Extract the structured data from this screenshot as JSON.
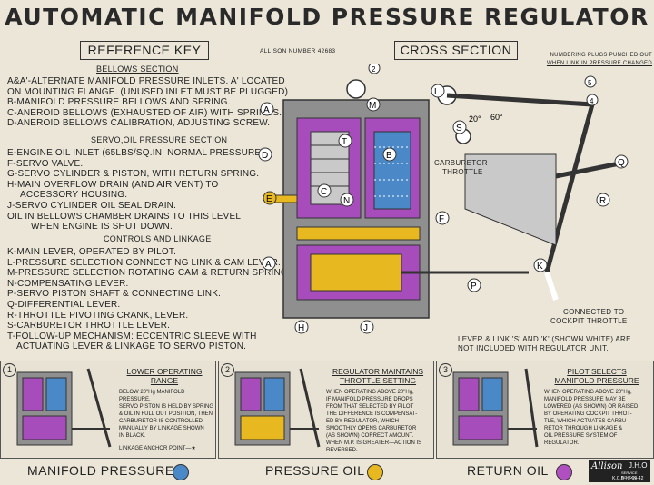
{
  "title": "AUTOMATIC MANIFOLD PRESSURE REGULATOR",
  "reference_key": "REFERENCE KEY",
  "allison_number": "ALLISON NUMBER 42683",
  "cross_section": "CROSS SECTION",
  "numbering_note": [
    "NUMBERING PLUGS PUNCHED OUT",
    "WHEN LINK IN PRESSURE CHANGED"
  ],
  "sections": {
    "bellows": "BELLOWS SECTION",
    "servo": "SERVO,OIL PRESSURE SECTION",
    "controls": "CONTROLS AND LINKAGE"
  },
  "bellows_lines": [
    "A&A'-ALTERNATE MANIFOLD PRESSURE INLETS. A' LOCATED",
    "ON MOUNTING FLANGE. (UNUSED INLET MUST BE PLUGGED)",
    "B-MANIFOLD PRESSURE BELLOWS AND SPRING.",
    "C-ANEROID BELLOWS (EXHAUSTED OF AIR) WITH SPRINGS.",
    "D-ANEROID BELLOWS CALIBRATION, ADJUSTING SCREW."
  ],
  "servo_lines": [
    "E-ENGINE OIL INLET (65LBS/SQ.IN. NORMAL PRESSURE)",
    "F-SERVO VALVE.",
    "G-SERVO CYLINDER & PISTON, WITH RETURN SPRING.",
    "H-MAIN OVERFLOW DRAIN (AND AIR VENT) TO",
    "    ACCESSORY HOUSING.",
    "J-SERVO CYLINDER OIL SEAL DRAIN.",
    "OIL IN BELLOWS CHAMBER DRAINS TO THIS LEVEL",
    "    WHEN ENGINE IS SHUT DOWN."
  ],
  "control_lines": [
    "K-MAIN LEVER, OPERATED BY PILOT.",
    "L-PRESSURE SELECTION CONNECTING LINK & CAM LEVER.",
    "M-PRESSURE SELECTION ROTATING CAM & RETURN SPRING.",
    "N-COMPENSATING LEVER.",
    "P-SERVO PISTON SHAFT & CONNECTING LINK.",
    "Q-DIFFERENTIAL LEVER.",
    "R-THROTTLE PIVOTING CRANK, LEVER.",
    "S-CARBURETOR THROTTLE LEVER.",
    "T-FOLLOW-UP MECHANISM: ECCENTRIC SLEEVE WITH",
    "    ACTUATING LEVER & LINKAGE TO SERVO PISTON."
  ],
  "diagram_labels": {
    "carb_throttle": [
      "CARBURETOR",
      "THROTTLE"
    ],
    "angle1": "20°",
    "angle2": "60°",
    "connected": [
      "CONNECTED TO",
      "COCKPIT THROTTLE"
    ],
    "not_included": [
      "LEVER & LINK 'S' AND 'K' (SHOWN WHITE) ARE",
      "NOT INCLUDED WITH REGULATOR UNIT."
    ]
  },
  "panels": [
    {
      "num": "1",
      "title": [
        "LOWER OPERATING",
        "RANGE"
      ],
      "text": [
        "BELOW 20\"Hg MANIFOLD PRESSURE,",
        "SERVO PISTON IS HELD BY SPRING",
        "& OIL IN FULL OUT POSITION, THEN",
        "CARBURETOR IS CONTROLLED",
        "MANUALLY BY LINKAGE SHOWN",
        "IN BLACK."
      ],
      "extra": "LINKAGE ANCHOR POINT—★"
    },
    {
      "num": "2",
      "title": [
        "REGULATOR MAINTAINS",
        "THROTTLE SETTING"
      ],
      "text": [
        "WHEN OPERATING ABOVE 20\"Hg,",
        "IF MANIFOLD PRESSURE DROPS",
        "FROM THAT SELECTED BY PILOT",
        "THE DIFFERENCE IS COMPENSAT-",
        "ED BY REGULATOR, WHICH",
        "SMOOTHLY OPENS CARBURETOR",
        "(AS SHOWN) CORRECT AMOUNT.",
        "WHEN M.P. IS GREATER—ACTION IS",
        "REVERSED."
      ],
      "extra": ""
    },
    {
      "num": "3",
      "title": [
        "PILOT SELECTS",
        "MANIFOLD PRESSURE"
      ],
      "text": [
        "WHEN OPERATING ABOVE 20\"Hg,",
        "MANIFOLD PRESSURE MAY BE",
        "LOWERED (AS SHOWN) OR RAISED",
        "BY OPERATING COCKPIT THROT-",
        "TLE, WHICH ACTUATES CARBU-",
        "RETOR THROUGH LINKAGE &",
        "OIL PRESSURE SYSTEM OF",
        "REGULATOR."
      ],
      "extra": ""
    }
  ],
  "legend": [
    {
      "label": "MANIFOLD PRESSURE",
      "color": "#4a88c8"
    },
    {
      "label": "PRESSURE OIL",
      "color": "#e8b820"
    },
    {
      "label": "RETURN OIL",
      "color": "#b050c0"
    }
  ],
  "stamp": {
    "brand": "Allison",
    "code": "J.H.O",
    "sub": "SERVICE SCHOOL",
    "date": "K.C.B | 2-19-42"
  },
  "colors": {
    "purple": "#a64dbb",
    "gray": "#8a8a8a",
    "oil": "#e8b820",
    "blue": "#3f7fc0",
    "dark": "#2a2a2a"
  }
}
